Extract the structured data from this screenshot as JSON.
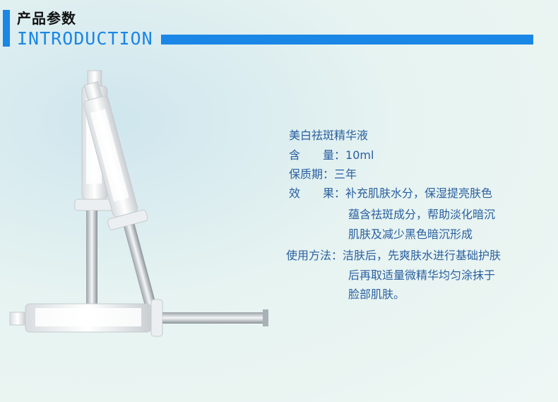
{
  "header": {
    "title_cn": "产品参数",
    "title_en": "INTRODUCTION"
  },
  "product": {
    "name": "美白祛斑精华液",
    "volume_label": "含　　量：",
    "volume_value": "10ml",
    "shelf_label": "保质期：",
    "shelf_value": "三年",
    "effect_label": "效　　果：",
    "effect_lines": [
      "补充肌肤水分，保湿提亮肤色",
      "蕴含祛斑成分，帮助淡化暗沉",
      "肌肤及减少黑色暗沉形成"
    ],
    "usage_label": "使用方法：",
    "usage_lines": [
      "洁肤后，先爽肤水进行基础护肤",
      "后再取适量微精华均匀涂抹于",
      "脸部肌肤。"
    ]
  },
  "colors": {
    "accent": "#1a86e6",
    "text": "#2a5fa0"
  }
}
